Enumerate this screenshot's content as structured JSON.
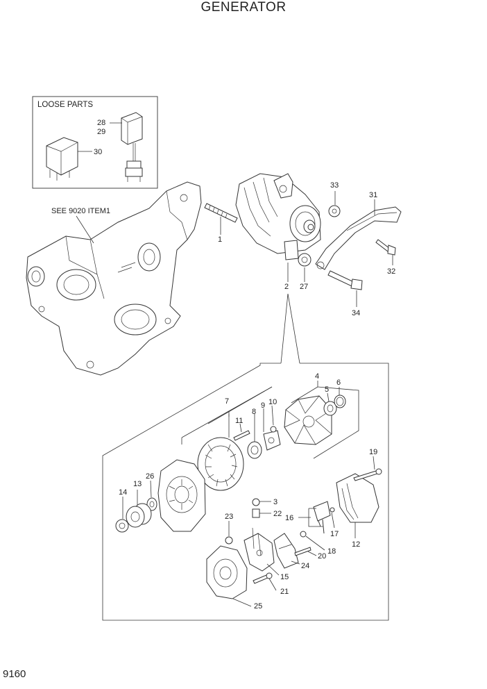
{
  "header": {
    "title": "GENERATOR"
  },
  "footer": {
    "page_number": "9160"
  },
  "loose_parts": {
    "title": "LOOSE PARTS"
  },
  "reference_note": "SEE 9020 ITEM1",
  "callouts": {
    "c1": "1",
    "c2": "2",
    "c3": "3",
    "c4": "4",
    "c5": "5",
    "c6": "6",
    "c7": "7",
    "c8": "8",
    "c9": "9",
    "c10": "10",
    "c11": "11",
    "c12": "12",
    "c13": "13",
    "c14": "14",
    "c15": "15",
    "c16": "16",
    "c17": "17",
    "c18": "18",
    "c19": "19",
    "c20": "20",
    "c21": "21",
    "c22": "22",
    "c23": "23",
    "c24": "24",
    "c25": "25",
    "c26": "26",
    "c27": "27",
    "c28": "28",
    "c29": "29",
    "c30": "30",
    "c31": "31",
    "c32": "32",
    "c33": "33",
    "c34": "34"
  }
}
